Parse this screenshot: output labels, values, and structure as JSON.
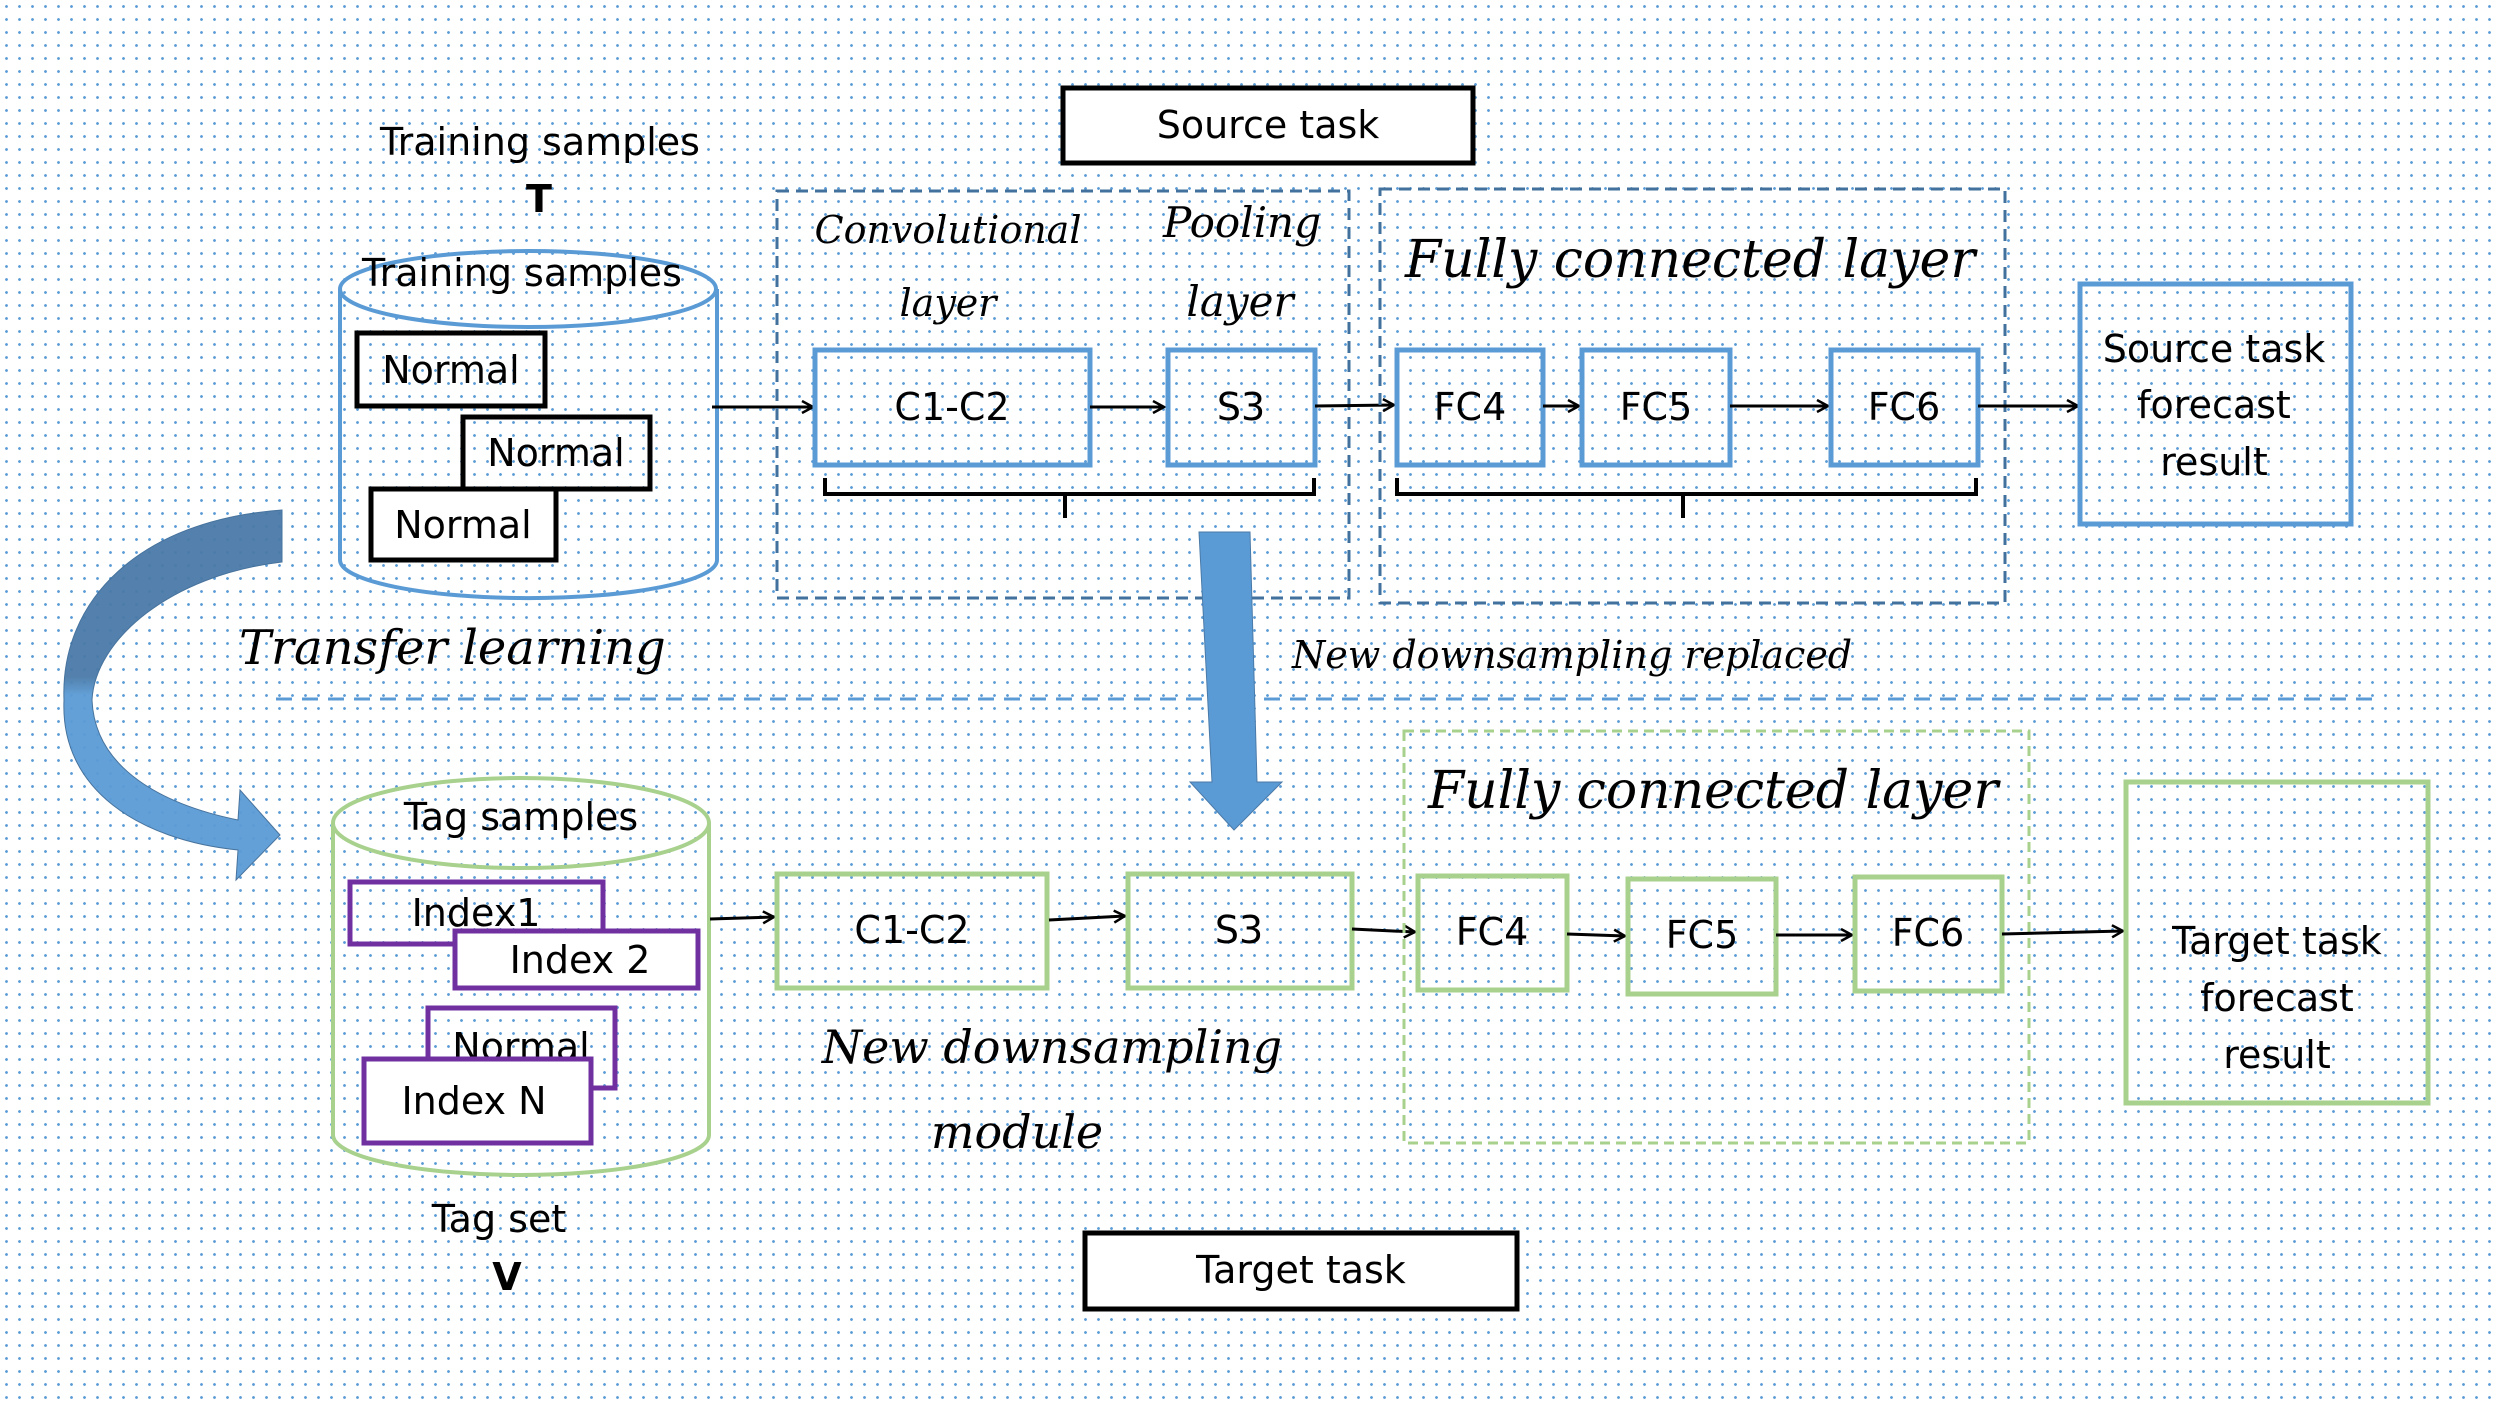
{
  "colors": {
    "source_blue": "#5b9bd5",
    "dashed_dark_blue": "#41719c",
    "target_green": "#a9d18e",
    "index_purple": "#7030a0",
    "arrow_dark": "#4a7aa8",
    "arrow_light": "#5b9bd5"
  },
  "source": {
    "task_label": "Source task",
    "dataset_caption": "Training samples",
    "dataset_symbol": "T",
    "cylinder_label": "Training samples",
    "samples": [
      "Normal",
      "Normal",
      "Normal"
    ],
    "conv_group": {
      "title_line1": "Convolutional",
      "title_line2": "layer",
      "block": "C1-C2"
    },
    "pool_group": {
      "title_line1": "Pooling",
      "title_line2": "layer",
      "block": "S3"
    },
    "fc_group": {
      "title": "Fully connected layer",
      "blocks": [
        "FC4",
        "FC5",
        "FC6"
      ]
    },
    "result": {
      "line1": "Source task",
      "line2": "forecast",
      "line3": "result"
    }
  },
  "transfer": {
    "label": "Transfer learning",
    "replace_label": "New downsampling replaced"
  },
  "target": {
    "task_label": "Target task",
    "cylinder_label": "Tag samples",
    "samples": [
      "Index1",
      "Index 2",
      "Normal",
      "Index N"
    ],
    "dataset_caption": "Tag set",
    "dataset_symbol": "V",
    "conv_block": "C1-C2",
    "pool_block": "S3",
    "module_label_line1": "New downsampling",
    "module_label_line2": "module",
    "fc_group": {
      "title": "Fully connected layer",
      "blocks": [
        "FC4",
        "FC5",
        "FC6"
      ]
    },
    "result": {
      "line1": "Target task",
      "line2": "forecast",
      "line3": "result"
    }
  }
}
